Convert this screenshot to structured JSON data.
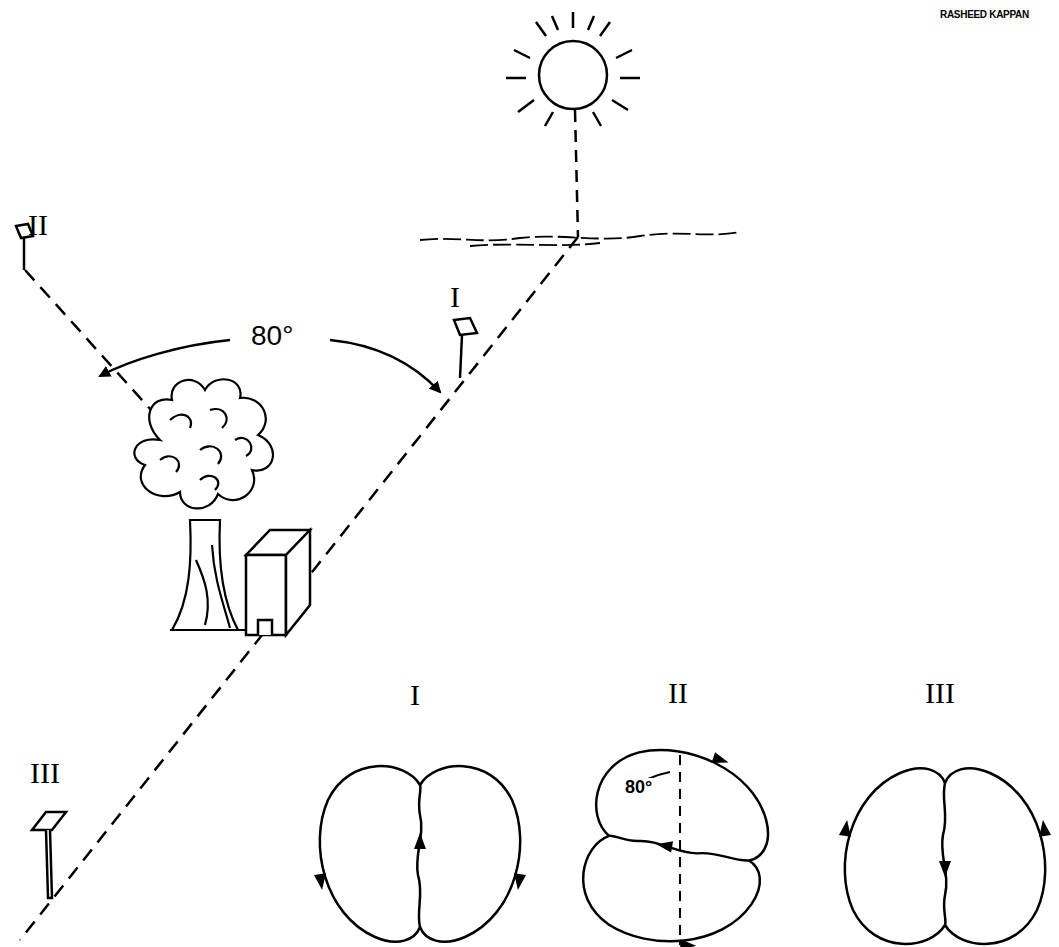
{
  "diagram": {
    "labels": [
      "RASHEED KAPPAN",
      "II",
      "80°",
      "I",
      "III",
      "I",
      "II",
      "80°",
      "III"
    ]
  }
}
